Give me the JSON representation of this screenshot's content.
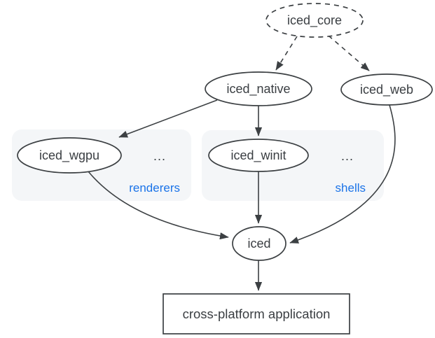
{
  "diagram": {
    "description": "iced crate ecosystem dependency graph",
    "nodes": [
      {
        "id": "iced_core",
        "label": "iced_core",
        "shape": "ellipse",
        "border": "dashed"
      },
      {
        "id": "iced_native",
        "label": "iced_native",
        "shape": "ellipse",
        "border": "solid"
      },
      {
        "id": "iced_web",
        "label": "iced_web",
        "shape": "ellipse",
        "border": "solid"
      },
      {
        "id": "iced_wgpu",
        "label": "iced_wgpu",
        "shape": "ellipse",
        "border": "solid",
        "group": "renderers"
      },
      {
        "id": "iced_winit",
        "label": "iced_winit",
        "shape": "ellipse",
        "border": "solid",
        "group": "shells"
      },
      {
        "id": "iced",
        "label": "iced",
        "shape": "ellipse",
        "border": "solid"
      },
      {
        "id": "app",
        "label": "cross-platform application",
        "shape": "rect",
        "border": "solid"
      }
    ],
    "groups": [
      {
        "id": "renderers",
        "label": "renderers",
        "ellipsis": "..."
      },
      {
        "id": "shells",
        "label": "shells",
        "ellipsis": "..."
      }
    ],
    "edges": [
      {
        "from": "iced_core",
        "to": "iced_native",
        "style": "dashed"
      },
      {
        "from": "iced_core",
        "to": "iced_web",
        "style": "dashed"
      },
      {
        "from": "iced_native",
        "to": "iced_wgpu",
        "style": "solid"
      },
      {
        "from": "iced_native",
        "to": "iced_winit",
        "style": "solid"
      },
      {
        "from": "iced_wgpu",
        "to": "iced",
        "style": "solid"
      },
      {
        "from": "iced_winit",
        "to": "iced",
        "style": "solid"
      },
      {
        "from": "iced_web",
        "to": "iced",
        "style": "solid"
      },
      {
        "from": "iced",
        "to": "app",
        "style": "solid"
      }
    ],
    "colors": {
      "node_stroke": "#3c4043",
      "node_fill": "#ffffff",
      "label_text": "#3a3e42",
      "group_fill": "#f4f6f8",
      "group_label_text": "#1a73e8",
      "background": "#ffffff"
    }
  }
}
